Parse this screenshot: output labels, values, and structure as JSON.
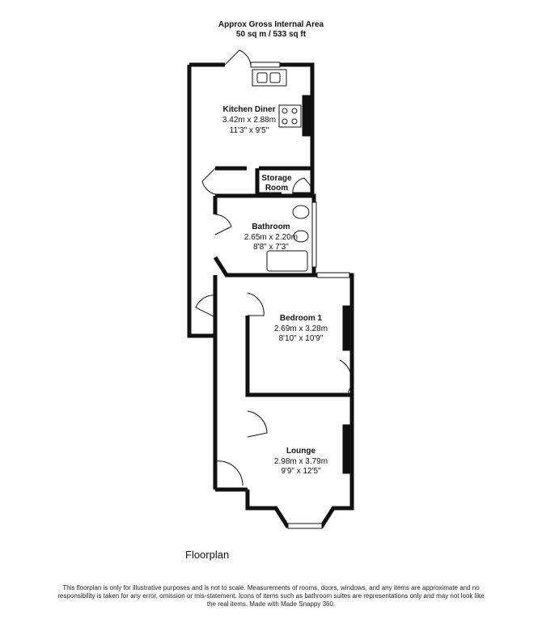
{
  "header": {
    "line1": "Approx Gross Internal Area",
    "line2": "50 sq m / 533 sq ft"
  },
  "rooms": {
    "kitchen": {
      "name": "Kitchen Diner",
      "metric": "3.42m x 2.88m",
      "imperial": "11'3\" x 9'5\""
    },
    "storage": {
      "name_line1": "Storage",
      "name_line2": "Room"
    },
    "bathroom": {
      "name": "Bathroom",
      "metric": "2.65m x 2.20m",
      "imperial": "8'8\" x 7'3\""
    },
    "bedroom": {
      "name": "Bedroom 1",
      "metric": "2.69m x 3.28m",
      "imperial": "8'10\" x 10'9\""
    },
    "lounge": {
      "name": "Lounge",
      "metric": "2.98m x 3.79m",
      "imperial": "9'9\" x 12'5\""
    }
  },
  "caption": "Floorplan",
  "disclaimer": "This floorplan is only for illustrative purposes and is not to scale. Measurements of rooms, doors, windows, and any items are approximate and no responsibility is taken for any error, omission or mis-statement. Icons of items such as bathroom suites are representations only and may not look like the real items. Made with Made Snappy 360."
}
